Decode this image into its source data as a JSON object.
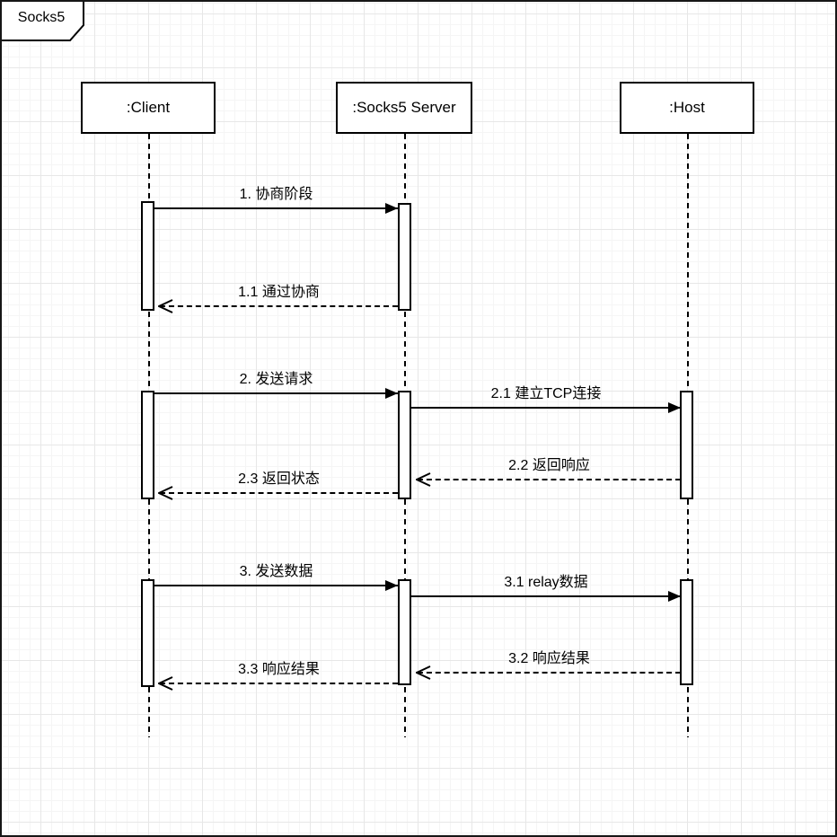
{
  "diagram": {
    "title": "Socks5",
    "kind": "uml-sequence-diagram"
  },
  "actors": [
    {
      "id": "client",
      "label": ":Client"
    },
    {
      "id": "socks5-server",
      "label": ":Socks5 Server"
    },
    {
      "id": "host",
      "label": ":Host"
    }
  ],
  "messages": [
    {
      "label": "1. 协商阶段",
      "from": "client",
      "to": "socks5-server",
      "line": "solid",
      "arrow": "filled"
    },
    {
      "label": "1.1 通过协商",
      "from": "socks5-server",
      "to": "client",
      "line": "dashed",
      "arrow": "open"
    },
    {
      "label": "2. 发送请求",
      "from": "client",
      "to": "socks5-server",
      "line": "solid",
      "arrow": "filled"
    },
    {
      "label": "2.1 建立TCP连接",
      "from": "socks5-server",
      "to": "host",
      "line": "solid",
      "arrow": "filled"
    },
    {
      "label": "2.2 返回响应",
      "from": "host",
      "to": "socks5-server",
      "line": "dashed",
      "arrow": "open"
    },
    {
      "label": "2.3 返回状态",
      "from": "socks5-server",
      "to": "client",
      "line": "dashed",
      "arrow": "open"
    },
    {
      "label": "3. 发送数据",
      "from": "client",
      "to": "socks5-server",
      "line": "solid",
      "arrow": "filled"
    },
    {
      "label": "3.1 relay数据",
      "from": "socks5-server",
      "to": "host",
      "line": "solid",
      "arrow": "filled"
    },
    {
      "label": "3.2 响应结果",
      "from": "host",
      "to": "socks5-server",
      "line": "dashed",
      "arrow": "open"
    },
    {
      "label": "3.3 响应结果",
      "from": "socks5-server",
      "to": "client",
      "line": "dashed",
      "arrow": "open"
    }
  ],
  "colors": {
    "stroke": "#000000",
    "background": "#ffffff",
    "grid_minor": "#f5f5f5",
    "grid_major": "#e7e7e7"
  }
}
